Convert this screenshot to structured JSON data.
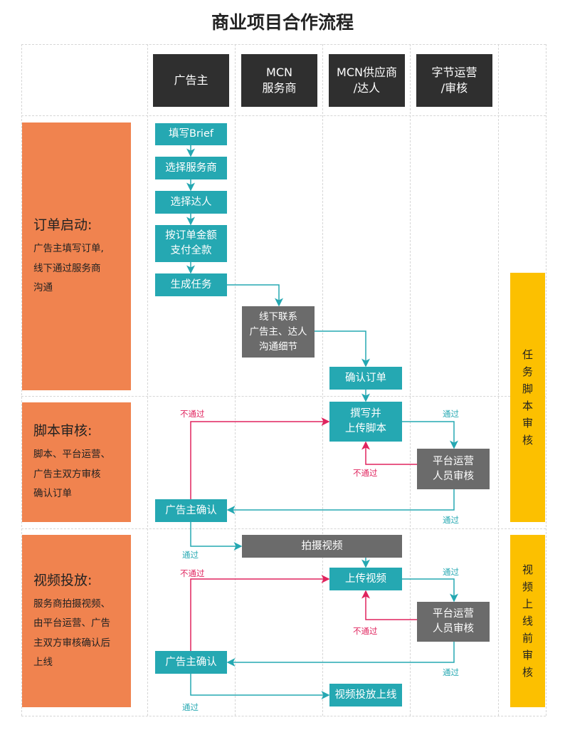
{
  "title": "商业项目合作流程",
  "lanes": [
    "广告主",
    "MCN\n服务商",
    "MCN供应商\n/达人",
    "字节运营\n/审核"
  ],
  "sections": [
    {
      "title": "订单启动:",
      "lines": [
        "广告主填写订单,",
        "线下通过服务商",
        "沟通"
      ]
    },
    {
      "title": "脚本审核:",
      "lines": [
        "脚本、平台运营、",
        "广告主双方审核",
        "确认订单"
      ]
    },
    {
      "title": "视频投放:",
      "lines": [
        "服务商拍摄视频、",
        "由平台运营、广告",
        "主双方审核确认后",
        "上线"
      ]
    }
  ],
  "side_labels": [
    "任务脚本审核",
    "视频上线前审核"
  ],
  "steps": {
    "fill_brief": "填写Brief",
    "choose_agency": "选择服务商",
    "choose_talent": "选择达人",
    "pay": "按订单金额\n支付全款",
    "create_task": "生成任务",
    "offline_contact": "线下联系\n广告主、达人\n沟通细节",
    "confirm_order": "确认订单",
    "write_script": "撰写并\n上传脚本",
    "platform_review_1": "平台运营\n人员审核",
    "advertiser_confirm_1": "广告主确认",
    "shoot_video": "拍摄视频",
    "upload_video": "上传视频",
    "platform_review_2": "平台运营\n人员审核",
    "advertiser_confirm_2": "广告主确认",
    "video_live": "视频投放上线"
  },
  "edge_labels": {
    "pass": "通过",
    "fail": "不通过"
  },
  "colors": {
    "teal": "#25a8b2",
    "gray": "#6b6b6b",
    "orange": "#f0834f",
    "yellow": "#fcc000",
    "pink": "#e0245e",
    "header": "#2f2f2f"
  }
}
